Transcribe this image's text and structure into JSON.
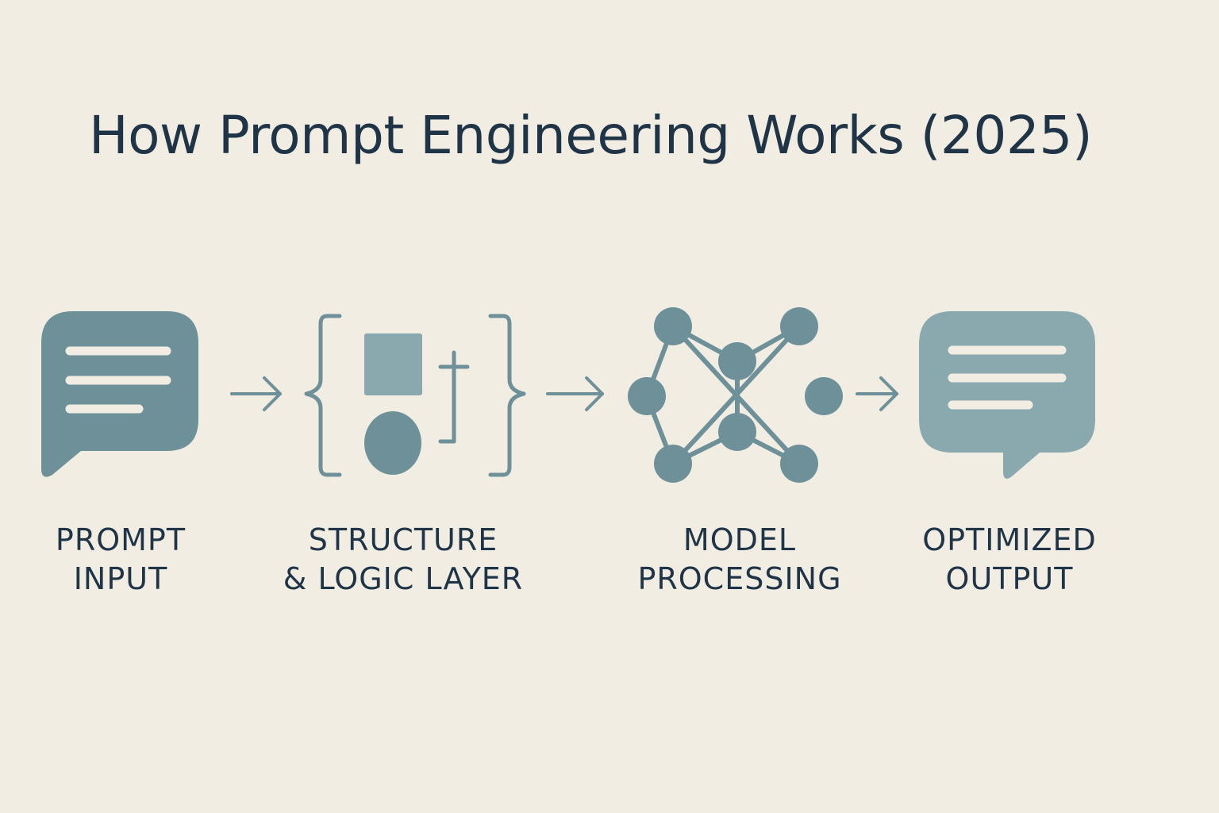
{
  "title": "How Prompt Engineering Works (2025)",
  "colors": {
    "background": "#f2ede3",
    "text": "#1f3547",
    "icon_primary": "#6e9199",
    "icon_light": "#89a9af",
    "line_white": "#f2ede3"
  },
  "steps": [
    {
      "icon": "chat-bubble-icon",
      "label_line1": "PROMPT",
      "label_line2": "INPUT"
    },
    {
      "icon": "structure-braces-icon",
      "label_line1": "STRUCTURE",
      "label_line2": "& LOGIC LAYER"
    },
    {
      "icon": "neural-network-icon",
      "label_line1": "MODEL",
      "label_line2": "PROCESSING"
    },
    {
      "icon": "chat-bubble-output-icon",
      "label_line1": "OPTIMIZED",
      "label_line2": "OUTPUT"
    }
  ],
  "connectors": [
    "arrow-right-icon",
    "arrow-right-icon",
    "arrow-right-icon"
  ]
}
